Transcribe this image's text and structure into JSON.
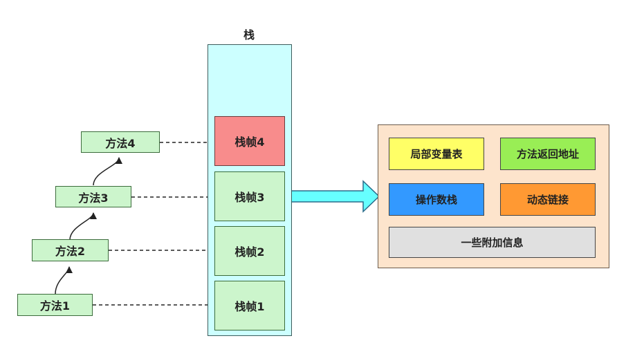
{
  "stack": {
    "title": "栈"
  },
  "methods": [
    {
      "label": "方法4"
    },
    {
      "label": "方法3"
    },
    {
      "label": "方法2"
    },
    {
      "label": "方法1"
    }
  ],
  "frames": [
    {
      "label": "栈帧4"
    },
    {
      "label": "栈帧3"
    },
    {
      "label": "栈帧2"
    },
    {
      "label": "栈帧1"
    }
  ],
  "frame_contents": {
    "local_vars": "局部变量表",
    "return_addr": "方法返回地址",
    "operand_stack": "操作数栈",
    "dynamic_link": "动态链接",
    "extra_info": "一些附加信息"
  },
  "colors": {
    "method_fill": "#ccf5cc",
    "frame_fill": "#ccf5cc",
    "top_frame_fill": "#f88c8c",
    "stack_fill": "#ccffff",
    "detail_fill": "#fde4cc",
    "local_vars_fill": "#ffff66",
    "return_addr_fill": "#99ee55",
    "operand_stack_fill": "#3399ff",
    "dynamic_link_fill": "#ff9933",
    "extra_info_fill": "#e0e0e0",
    "expand_arrow_fill": "#66ffff"
  }
}
